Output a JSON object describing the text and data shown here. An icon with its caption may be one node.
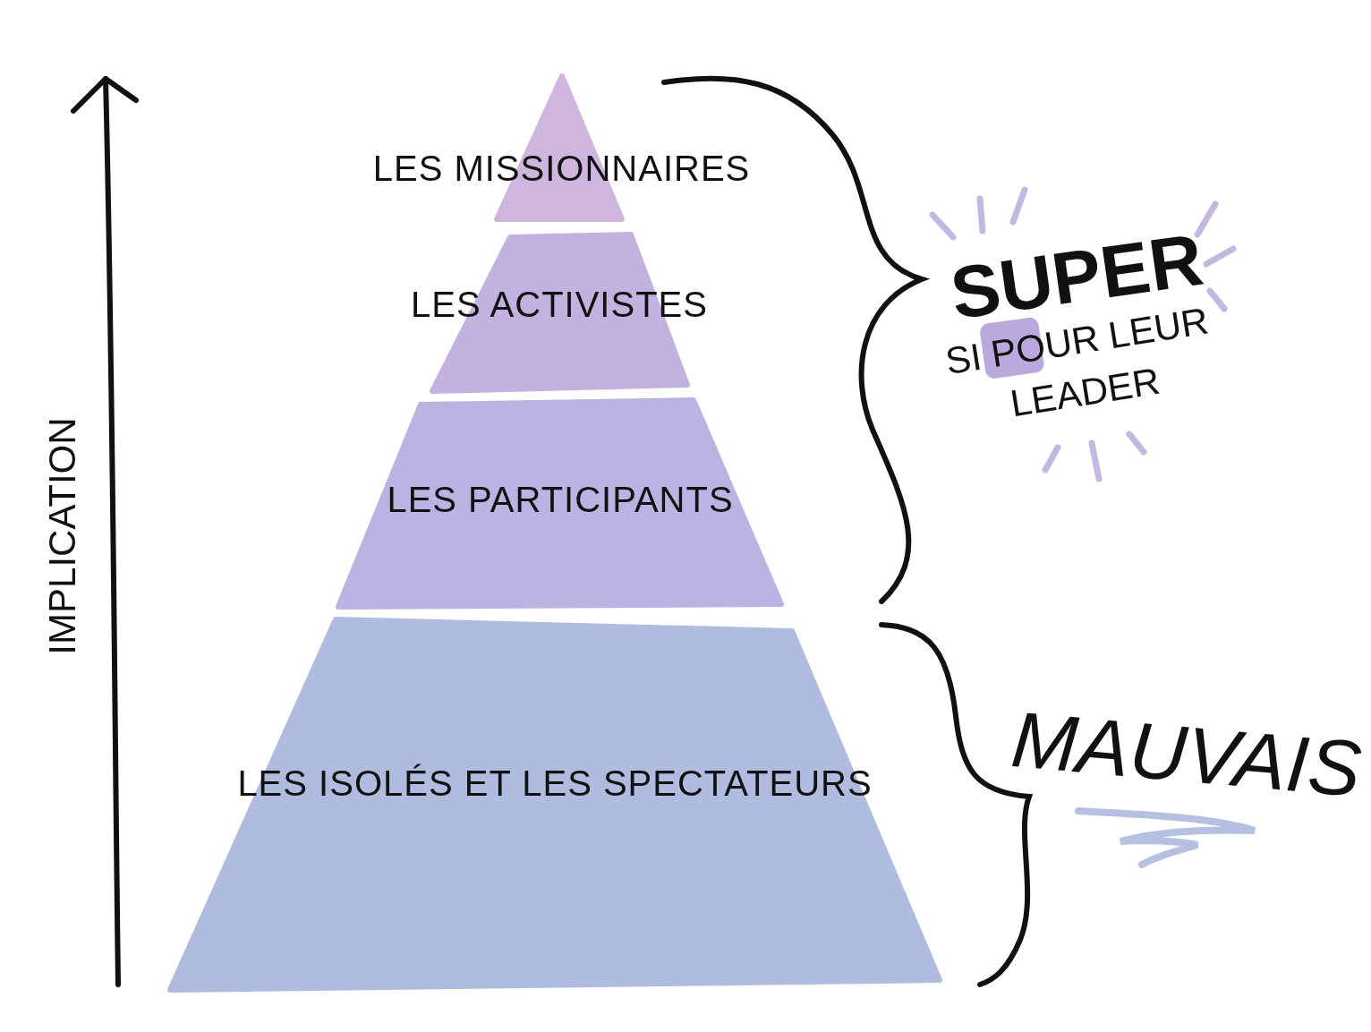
{
  "diagram": {
    "nodes": [
      {
        "text": [
          "LES MISSIONNAIRES"
        ]
      },
      {
        "text": [
          "LES ACTIVISTES"
        ]
      },
      {
        "text": [
          "LES PARTICIPANTS"
        ]
      },
      {
        "text": [
          "LES ISOLÉS ET LES SPECTATEURS"
        ]
      }
    ],
    "edges": [],
    "labels": [
      "IMPLICATION",
      "SUPER",
      "SI POUR LEUR LEADER",
      "MAUVAIS"
    ]
  }
}
